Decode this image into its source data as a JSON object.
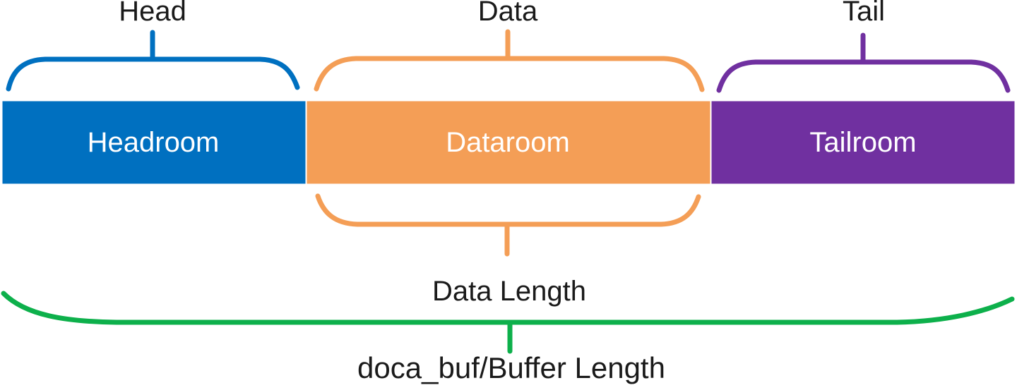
{
  "diagram": {
    "colors": {
      "blue": "#0070C0",
      "orange": "#F49E56",
      "purple": "#7030A0",
      "green": "#0DB04B",
      "outline": "#111111",
      "text": "#1A1A1A",
      "segment_text": "#FFFFFF"
    },
    "segments": [
      {
        "label": "Headroom",
        "brace_label": "Head"
      },
      {
        "label": "Dataroom",
        "brace_label": "Data"
      },
      {
        "label": "Tailroom",
        "brace_label": "Tail"
      }
    ],
    "annotations": {
      "data_length_label": "Data Length",
      "buffer_length_label": "doca_buf/Buffer Length"
    }
  }
}
